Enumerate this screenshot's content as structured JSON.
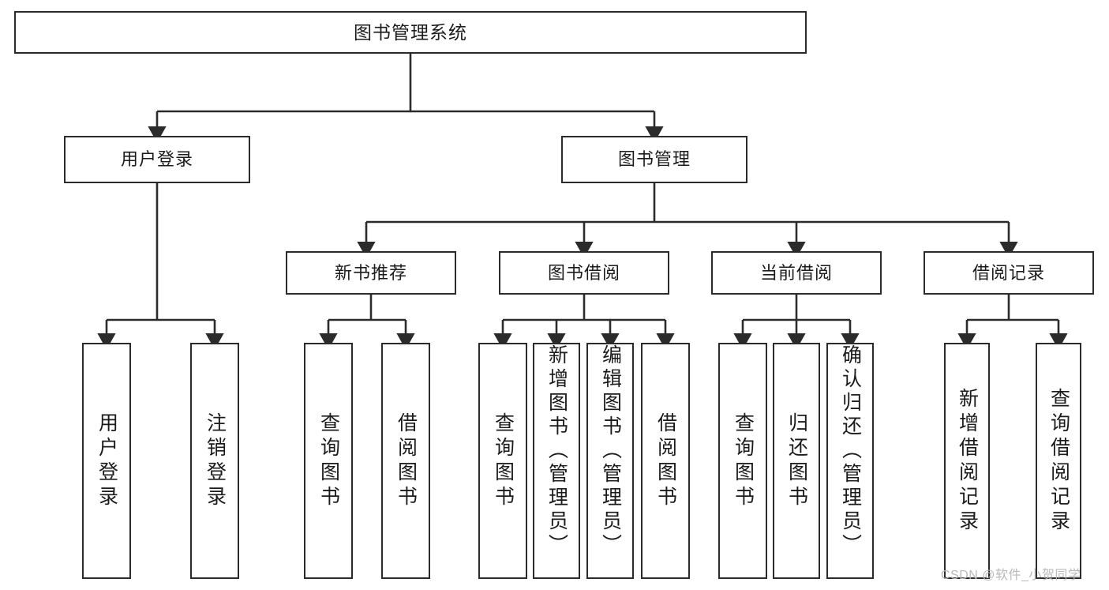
{
  "diagram": {
    "title": "图书管理系统",
    "type": "hierarchy-tree",
    "root": {
      "label": "图书管理系统"
    },
    "level2": [
      {
        "label": "用户登录"
      },
      {
        "label": "图书管理"
      }
    ],
    "level3": [
      {
        "label": "新书推荐"
      },
      {
        "label": "图书借阅"
      },
      {
        "label": "当前借阅"
      },
      {
        "label": "借阅记录"
      }
    ],
    "leaves": {
      "user_login": [
        {
          "label": "用户登录"
        },
        {
          "label": "注销登录"
        }
      ],
      "new_book_recommend": [
        {
          "label": "查询图书"
        },
        {
          "label": "借阅图书"
        }
      ],
      "book_borrow": [
        {
          "label": "查询图书"
        },
        {
          "label": "新增图书（管理员）"
        },
        {
          "label": "编辑图书（管理员）"
        },
        {
          "label": "借阅图书"
        }
      ],
      "current_borrow": [
        {
          "label": "查询图书"
        },
        {
          "label": "归还图书"
        },
        {
          "label": "确认归还（管理员）"
        }
      ],
      "borrow_records": [
        {
          "label": "新增借阅记录"
        },
        {
          "label": "查询借阅记录"
        }
      ]
    }
  },
  "watermark": {
    "text": "CSDN @软件_小贺同学"
  },
  "colors": {
    "stroke": "#2b2b2b",
    "background": "#ffffff",
    "text": "#1b1b1b",
    "watermark": "#b9b9b9"
  }
}
